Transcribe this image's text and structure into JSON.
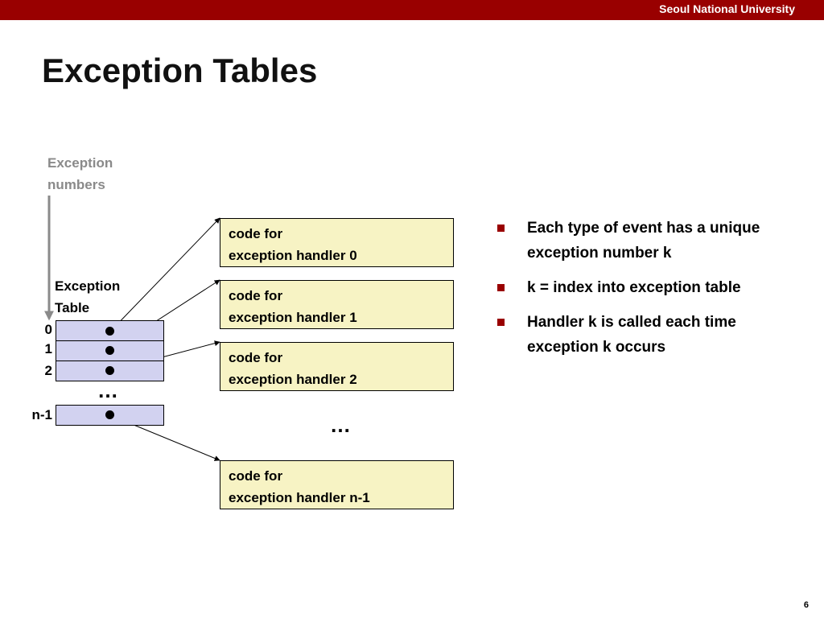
{
  "header": {
    "institution": "Seoul National University"
  },
  "slide": {
    "title": "Exception Tables",
    "page_number": "6"
  },
  "diagram": {
    "exception_numbers_label": "Exception numbers",
    "table_label": "Exception Table",
    "indices": [
      "0",
      "1",
      "2",
      "n-1"
    ],
    "ellipsis_table": "…",
    "ellipsis_handlers": "…",
    "handlers": [
      {
        "line1": "code for",
        "line2": "exception handler 0"
      },
      {
        "line1": "code for",
        "line2": "exception handler 1"
      },
      {
        "line1": "code for",
        "line2": "exception handler 2"
      },
      {
        "line1": "code for",
        "line2": "exception handler n-1"
      }
    ]
  },
  "bullets": [
    "Each type of event has a unique exception number k",
    "k = index into exception table",
    "Handler k is called each time exception k occurs"
  ],
  "colors": {
    "brand": "#990000",
    "table_cell": "#d2d2f0",
    "handler_box": "#f7f3c4",
    "axis_arrow": "#8a8a8a"
  }
}
